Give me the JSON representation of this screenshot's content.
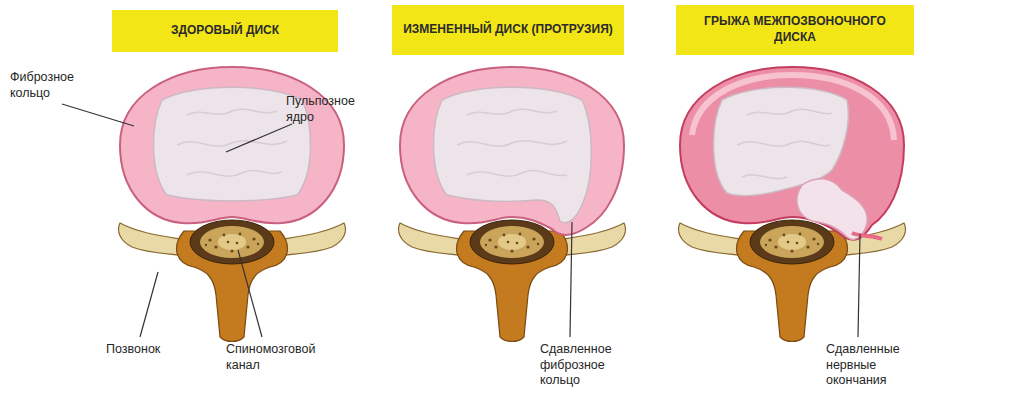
{
  "diagram": {
    "nodes": [
      {
        "text": [
          "ЗДОРОВЫЙ ДИСК"
        ]
      },
      {
        "text": [
          "ИЗМЕНЕННЫЙ ДИСК (ПРОТРУЗИЯ)"
        ]
      },
      {
        "text": [
          "ГРЫЖА МЕЖПОЗВОНОЧНОГО ДИСКА"
        ]
      }
    ],
    "labels": [
      "Фиброзное кольцо",
      "Пульпозное ядро",
      "Позвонок",
      "Спиномозговой канал",
      "Сдавленное фиброзное кольцо",
      "Сдавленные нервные окончания"
    ]
  }
}
